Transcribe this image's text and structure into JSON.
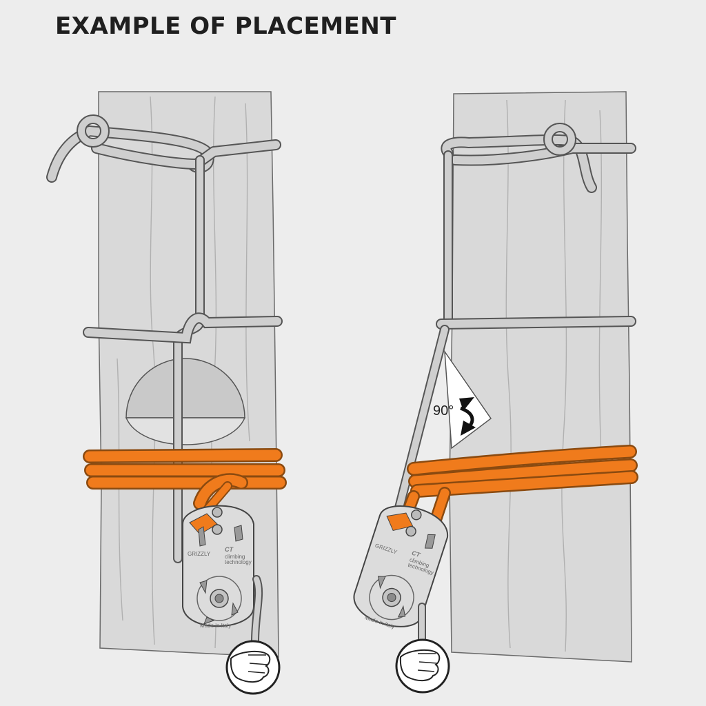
{
  "title": "EXAMPLE OF PLACEMENT",
  "angle_label": "90°",
  "device": {
    "model": "GRIZZLY",
    "brand_logo": "CT",
    "brand_name_1": "climbing",
    "brand_name_2": "technology",
    "made_in": "Made in Italy"
  },
  "icons": {
    "hand": "fist-hand-icon",
    "angle_arrow": "double-arrow-icon"
  },
  "colors": {
    "background": "#ededed",
    "trunk": "#d9d9d9",
    "rope": "#c8c8c8",
    "sling": "#f07b1c",
    "outline": "#555555"
  }
}
